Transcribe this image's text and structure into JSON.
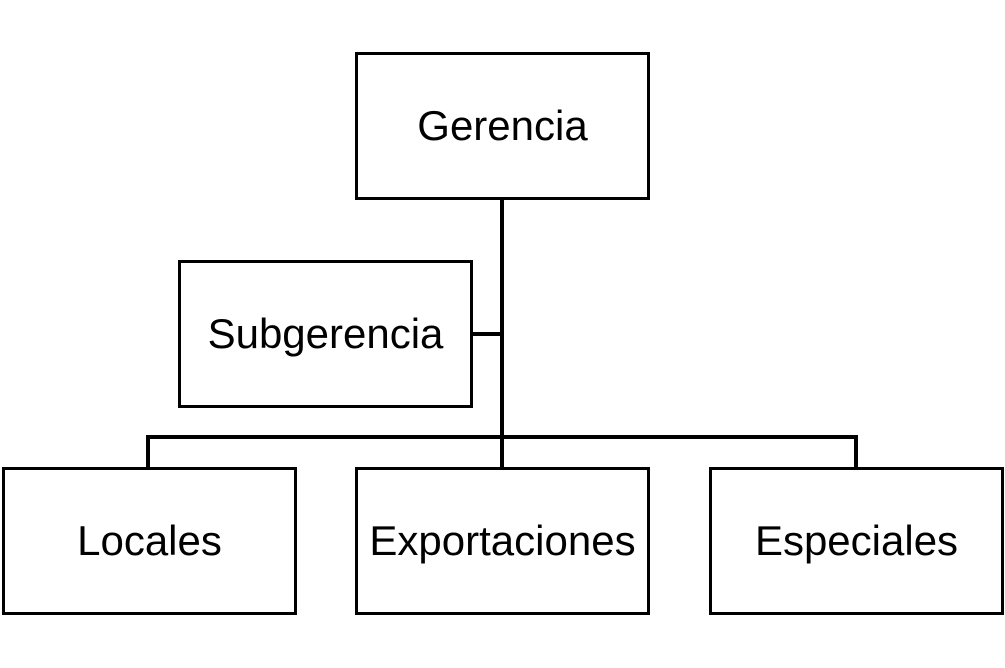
{
  "diagram": {
    "type": "org-chart",
    "nodes": {
      "root": "Gerencia",
      "staff": "Subgerencia",
      "children": [
        "Locales",
        "Exportaciones",
        "Especiales"
      ]
    },
    "edges": [
      [
        "Gerencia",
        "Subgerencia"
      ],
      [
        "Gerencia",
        "Locales"
      ],
      [
        "Gerencia",
        "Exportaciones"
      ],
      [
        "Gerencia",
        "Especiales"
      ]
    ],
    "colors": {
      "line": "#000000",
      "box_border": "#000000",
      "box_fill": "#ffffff",
      "text": "#000000"
    }
  }
}
